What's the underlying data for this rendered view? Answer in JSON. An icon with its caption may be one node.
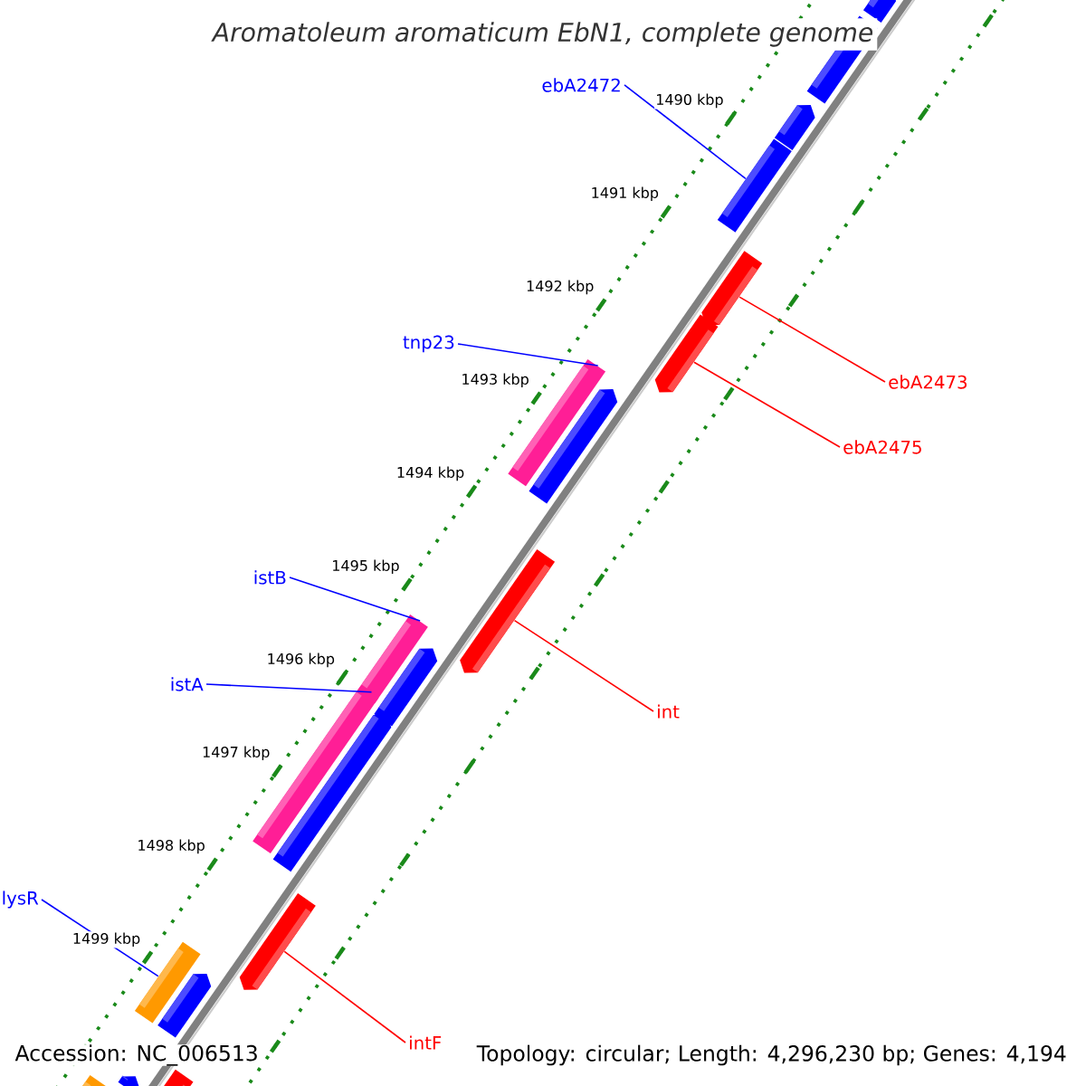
{
  "diagram": {
    "title": "Aromatoleum aromaticum EbN1, complete genome",
    "nodes": [
      {
        "text": [
          "ebA2472"
        ]
      },
      {
        "text": [],
        "shape": "bar"
      },
      {
        "text": [
          "tnp23"
        ]
      },
      {
        "text": [],
        "shape": "bar"
      },
      {
        "text": [
          "ebA2473"
        ]
      },
      {
        "text": [],
        "shape": "arrow"
      },
      {
        "text": [
          "ebA2475"
        ]
      },
      {
        "text": [],
        "shape": "arrow"
      },
      {
        "text": [
          "istB"
        ]
      },
      {
        "text": [],
        "shape": "bar"
      },
      {
        "text": [
          "int"
        ]
      },
      {
        "text": [],
        "shape": "arrow"
      },
      {
        "text": [
          "istA"
        ]
      },
      {
        "text": [],
        "shape": "bar"
      },
      {
        "text": [
          "lysR"
        ]
      },
      {
        "text": [],
        "shape": "bar"
      },
      {
        "text": [
          "intF"
        ]
      },
      {
        "text": [],
        "shape": "arrow"
      },
      {
        "text": [],
        "shape": "arrow"
      },
      {
        "text": [],
        "shape": "bar"
      },
      {
        "text": [],
        "shape": "arrow"
      },
      {
        "text": [],
        "shape": "arrow"
      },
      {
        "text": [],
        "shape": "arrow"
      },
      {
        "text": [],
        "shape": "arrow"
      },
      {
        "text": [],
        "shape": "arrow"
      },
      {
        "text": [],
        "shape": "arrow"
      },
      {
        "text": [],
        "shape": "arrow"
      },
      {
        "text": [],
        "shape": "bar"
      }
    ],
    "edges": [
      {
        "from": 0,
        "to": 1,
        "arrow": "none"
      },
      {
        "from": 2,
        "to": 3,
        "arrow": "none"
      },
      {
        "from": 4,
        "to": 5,
        "arrow": "none",
        "color": "#ff0000"
      },
      {
        "from": 6,
        "to": 7,
        "arrow": "none",
        "color": "#ff0000"
      },
      {
        "from": 8,
        "to": 9,
        "arrow": "none"
      },
      {
        "from": 10,
        "to": 11,
        "arrow": "none",
        "color": "#ff0000"
      },
      {
        "from": 12,
        "to": 13,
        "arrow": "none"
      },
      {
        "from": 14,
        "to": 15,
        "arrow": "none"
      },
      {
        "from": 16,
        "to": 17,
        "arrow": "none",
        "color": "#ff0000"
      }
    ],
    "labels": [
      "1490 kbp",
      "1491 kbp",
      "1492 kbp",
      "1493 kbp",
      "1494 kbp",
      "1495 kbp",
      "1496 kbp",
      "1497 kbp",
      "1498 kbp",
      "1499 kbp",
      "Accession: NC_006513",
      "Topology: circular; Length: 4,296,230 bp; Genes: 4,194"
    ]
  }
}
